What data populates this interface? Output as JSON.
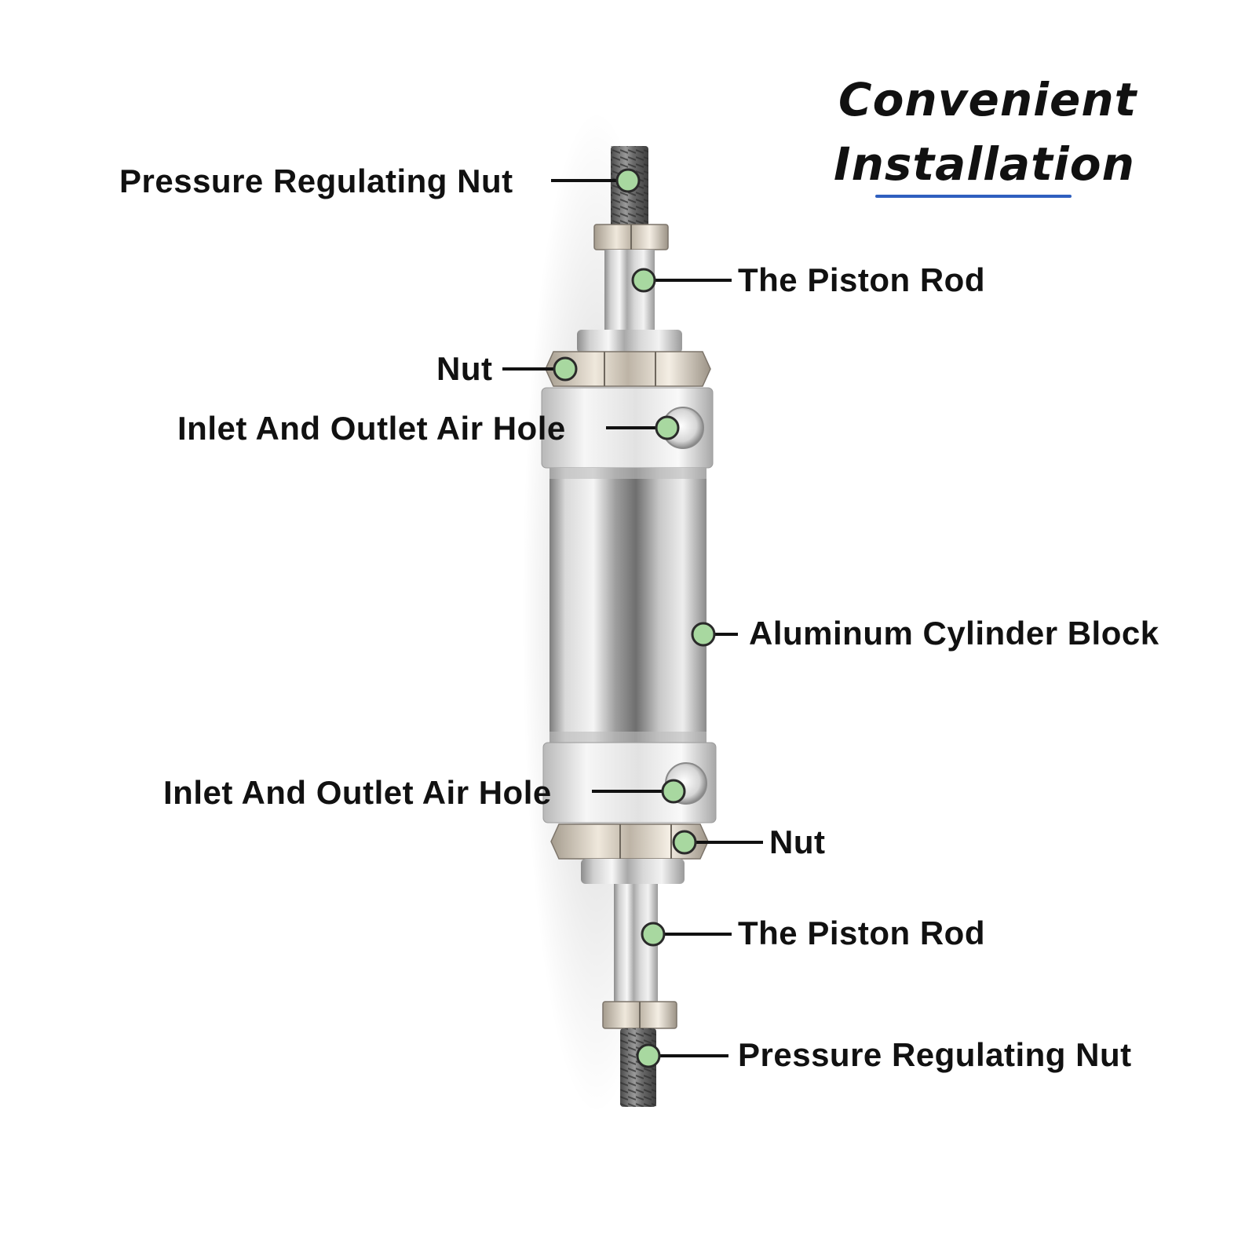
{
  "title": {
    "line1": "Convenient",
    "line2": "Installation",
    "underline_color": "#2f5fbf"
  },
  "marker_color": "#a8d8a0",
  "marker_stroke": "#2a2a2a",
  "leader_color": "#111111",
  "callouts": {
    "pressure_nut_top": "Pressure Regulating Nut",
    "piston_rod_top": "The Piston Rod",
    "nut_top": "Nut",
    "air_hole_top": "Inlet And Outlet Air Hole",
    "cylinder_block": "Aluminum Cylinder Block",
    "air_hole_bottom": "Inlet And Outlet Air Hole",
    "nut_bottom": "Nut",
    "piston_rod_bottom": "The Piston Rod",
    "pressure_nut_bottom": "Pressure Regulating Nut"
  },
  "product_image": {
    "name": "mini pneumatic air cylinder",
    "material_colors": {
      "metal_light": "#f2f2f2",
      "metal_mid": "#c4c4c4",
      "metal_dark": "#8a8a8a"
    }
  }
}
